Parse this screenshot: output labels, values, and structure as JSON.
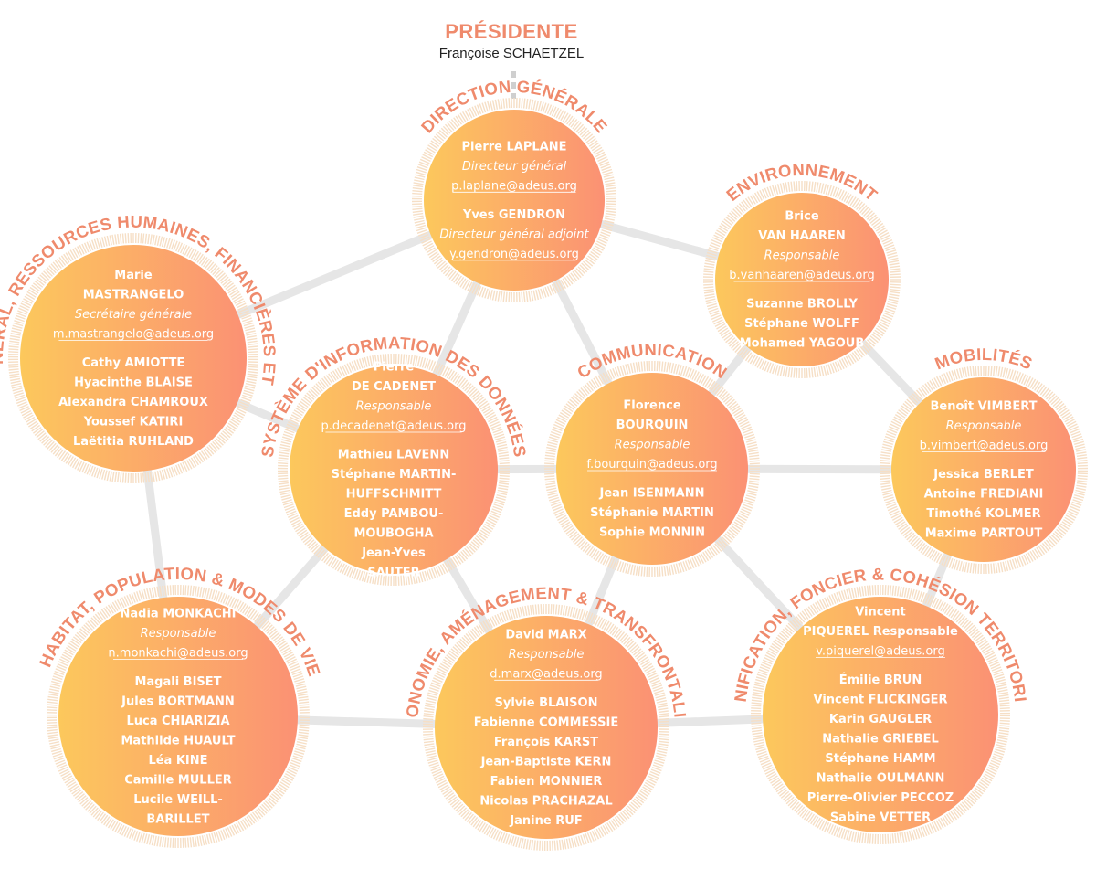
{
  "president": {
    "title": "PRÉSIDENTE",
    "name": "Françoise SCHAETZEL"
  },
  "colors": {
    "accent": "#ef8a6c",
    "gradient_left": "#fcc85c",
    "gradient_right": "#fb9174",
    "connector": "#e6e6e6",
    "ring": "#f6dfc6",
    "text_on_circle": "#ffffff"
  },
  "nodes": [
    {
      "id": "direction",
      "label": "DIRECTION GÉNÉRALE",
      "lines": [
        {
          "text": "Pierre LAPLANE",
          "style": "name"
        },
        {
          "text": "Directeur général",
          "style": "role"
        },
        {
          "text": "p.laplane@adeus.org",
          "style": "email"
        },
        {
          "text": "Yves GENDRON",
          "style": "name",
          "gap": true
        },
        {
          "text": "Directeur général adjoint",
          "style": "role"
        },
        {
          "text": "y.gendron@adeus.org",
          "style": "email"
        }
      ]
    },
    {
      "id": "environnement",
      "label": "ENVIRONNEMENT",
      "lines": [
        {
          "text": "Brice",
          "style": "name"
        },
        {
          "text": "VAN HAAREN",
          "style": "name"
        },
        {
          "text": "Responsable",
          "style": "role"
        },
        {
          "text": "b.vanhaaren@adeus.org",
          "style": "email"
        },
        {
          "text": "Suzanne BROLLY",
          "style": "name",
          "gap": true
        },
        {
          "text": "Stéphane WOLFF",
          "style": "name"
        },
        {
          "text": "Mohamed YAGOUB",
          "style": "name"
        }
      ]
    },
    {
      "id": "secretariat",
      "label": "SECRÉTARIAT GÉNÉRAL, RESSOURCES HUMAINES, FINANCIÈRES ET INFORMATIQUES",
      "lines": [
        {
          "text": "Marie",
          "style": "name"
        },
        {
          "text": "MASTRANGELO",
          "style": "name"
        },
        {
          "text": "Secrétaire générale",
          "style": "role"
        },
        {
          "text": "m.mastrangelo@adeus.org",
          "style": "email"
        },
        {
          "text": "Cathy AMIOTTE",
          "style": "name",
          "gap": true
        },
        {
          "text": "Hyacinthe BLAISE",
          "style": "name"
        },
        {
          "text": "Alexandra CHAMROUX",
          "style": "name"
        },
        {
          "text": "Youssef KATIRI",
          "style": "name"
        },
        {
          "text": "Laëtitia RUHLAND",
          "style": "name"
        }
      ]
    },
    {
      "id": "sid",
      "label": "SYSTÈME D'INFORMATION DES DONNÉES",
      "lines": [
        {
          "text": "Pierre",
          "style": "name"
        },
        {
          "text": "DE CADENET",
          "style": "name"
        },
        {
          "text": "Responsable",
          "style": "role"
        },
        {
          "text": "p.decadenet@adeus.org",
          "style": "email"
        },
        {
          "text": "Mathieu LAVENN",
          "style": "name",
          "gap": true
        },
        {
          "text": "Stéphane MARTIN-",
          "style": "name"
        },
        {
          "text": "HUFFSCHMITT",
          "style": "name"
        },
        {
          "text": "Eddy PAMBOU-",
          "style": "name"
        },
        {
          "text": "MOUBOGHA",
          "style": "name"
        },
        {
          "text": "Jean-Yves",
          "style": "name"
        },
        {
          "text": "SAUTER",
          "style": "name"
        }
      ]
    },
    {
      "id": "communication",
      "label": "COMMUNICATION",
      "lines": [
        {
          "text": "Florence",
          "style": "name"
        },
        {
          "text": "BOURQUIN",
          "style": "name"
        },
        {
          "text": "Responsable",
          "style": "role"
        },
        {
          "text": "f.bourquin@adeus.org",
          "style": "email"
        },
        {
          "text": "Jean ISENMANN",
          "style": "name",
          "gap": true
        },
        {
          "text": "Stéphanie MARTIN",
          "style": "name"
        },
        {
          "text": "Sophie MONNIN",
          "style": "name"
        }
      ]
    },
    {
      "id": "mobilites",
      "label": "MOBILITÉS",
      "lines": [
        {
          "text": "Benoît VIMBERT",
          "style": "name"
        },
        {
          "text": "Responsable",
          "style": "role"
        },
        {
          "text": "b.vimbert@adeus.org",
          "style": "email"
        },
        {
          "text": "Jessica BERLET",
          "style": "name",
          "gap": true
        },
        {
          "text": "Antoine FREDIANI",
          "style": "name"
        },
        {
          "text": "Timothé KOLMER",
          "style": "name"
        },
        {
          "text": "Maxime PARTOUT",
          "style": "name"
        }
      ]
    },
    {
      "id": "habitat",
      "label": "HABITAT, POPULATION & MODES DE VIE",
      "lines": [
        {
          "text": "Nadia MONKACHI",
          "style": "name"
        },
        {
          "text": "Responsable",
          "style": "role"
        },
        {
          "text": "n.monkachi@adeus.org",
          "style": "email"
        },
        {
          "text": "Magali BISET",
          "style": "name",
          "gap": true
        },
        {
          "text": "Jules BORTMANN",
          "style": "name"
        },
        {
          "text": "Luca CHIARIZIA",
          "style": "name"
        },
        {
          "text": "Mathilde HUAULT",
          "style": "name"
        },
        {
          "text": "Léa KINE",
          "style": "name"
        },
        {
          "text": "Camille MULLER",
          "style": "name"
        },
        {
          "text": "Lucile WEILL-",
          "style": "name"
        },
        {
          "text": "BARILLET",
          "style": "name"
        }
      ]
    },
    {
      "id": "economie",
      "label": "ÉCONOMIE, AMÉNAGEMENT & TRANSFRONTALIER",
      "lines": [
        {
          "text": "David MARX",
          "style": "name"
        },
        {
          "text": "Responsable",
          "style": "role"
        },
        {
          "text": "d.marx@adeus.org",
          "style": "email"
        },
        {
          "text": "Sylvie BLAISON",
          "style": "name",
          "gap": true
        },
        {
          "text": "Fabienne COMMESSIE",
          "style": "name"
        },
        {
          "text": "François KARST",
          "style": "name"
        },
        {
          "text": "Jean-Baptiste KERN",
          "style": "name"
        },
        {
          "text": "Fabien MONNIER",
          "style": "name"
        },
        {
          "text": "Nicolas PRACHAZAL",
          "style": "name"
        },
        {
          "text": "Janine RUF",
          "style": "name"
        }
      ]
    },
    {
      "id": "planification",
      "label": "PLANIFICATION, FONCIER & COHÉSION TERRITORIALE",
      "lines": [
        {
          "text": "Vincent",
          "style": "name"
        },
        {
          "text": "PIQUEREL Responsable",
          "style": "name"
        },
        {
          "text": "v.piquerel@adeus.org",
          "style": "email"
        },
        {
          "text": "Émilie BRUN",
          "style": "name",
          "gap": true
        },
        {
          "text": "Vincent FLICKINGER",
          "style": "name"
        },
        {
          "text": "Karin GAUGLER",
          "style": "name"
        },
        {
          "text": "Nathalie GRIEBEL",
          "style": "name"
        },
        {
          "text": "Stéphane HAMM",
          "style": "name"
        },
        {
          "text": "Nathalie OULMANN",
          "style": "name"
        },
        {
          "text": "Pierre-Olivier PECCOZ",
          "style": "name"
        },
        {
          "text": "Sabine VETTER",
          "style": "name"
        }
      ]
    }
  ],
  "links": [
    [
      "direction",
      "environnement"
    ],
    [
      "direction",
      "secretariat"
    ],
    [
      "direction",
      "sid"
    ],
    [
      "direction",
      "communication"
    ],
    [
      "environnement",
      "communication"
    ],
    [
      "environnement",
      "mobilites"
    ],
    [
      "secretariat",
      "sid"
    ],
    [
      "secretariat",
      "habitat"
    ],
    [
      "sid",
      "communication"
    ],
    [
      "communication",
      "mobilites"
    ],
    [
      "sid",
      "habitat"
    ],
    [
      "sid",
      "economie"
    ],
    [
      "communication",
      "economie"
    ],
    [
      "communication",
      "planification"
    ],
    [
      "mobilites",
      "planification"
    ],
    [
      "habitat",
      "economie"
    ],
    [
      "economie",
      "planification"
    ]
  ]
}
